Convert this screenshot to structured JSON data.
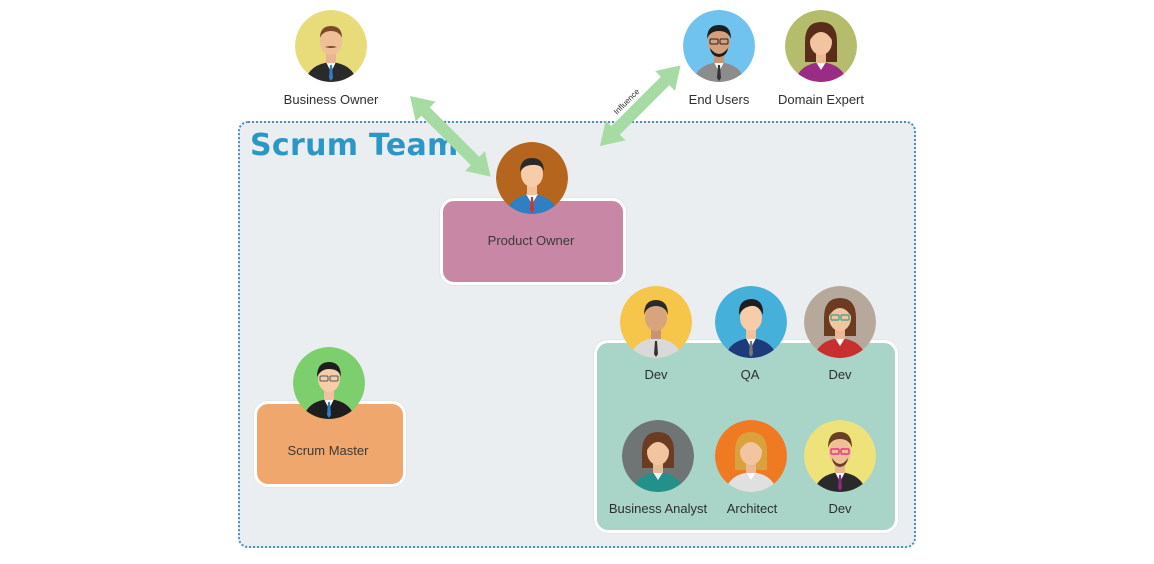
{
  "team_title": "Scrum Team",
  "product_owner": {
    "label": "Product Owner",
    "icon": "product-owner-avatar-icon"
  },
  "scrum_master": {
    "label": "Scrum Master",
    "icon": "scrum-master-avatar-icon"
  },
  "stakeholders": {
    "business_owner": "Business Owner",
    "end_users": "End Users",
    "domain_expert": "Domain Expert"
  },
  "influence_label": "Influence",
  "dev_team": {
    "members": [
      "Dev",
      "QA",
      "Dev",
      "Business Analyst",
      "Architect",
      "Dev"
    ]
  },
  "colors": {
    "team_title": "#2b97c7",
    "team_background": "#ebeef1",
    "team_border": "#4a8fc4",
    "product_owner_box": "#c888a5",
    "scrum_master_box": "#f0a76d",
    "dev_team_box": "#a8d5c8",
    "arrow": "#a6dca4"
  }
}
